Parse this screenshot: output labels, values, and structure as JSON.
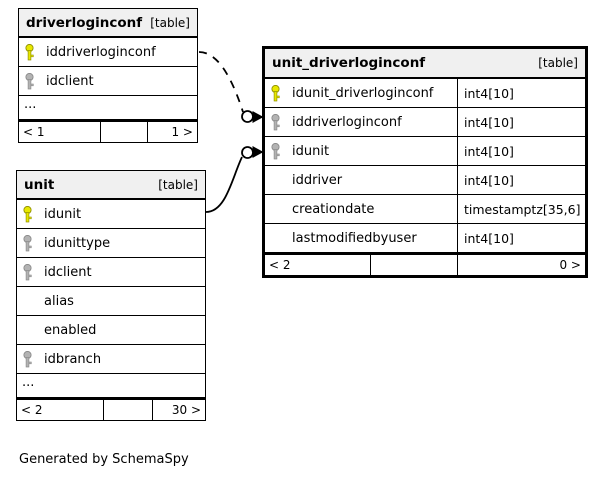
{
  "diagram": {
    "credit": "Generated by SchemaSpy",
    "table_tag": "[table]",
    "ellipsis": "...",
    "colors": {
      "primary_key": "#e8e800",
      "foreign_key": "#b3b3b3",
      "header_background": "#f0f0f0",
      "border": "#000000",
      "background": "#ffffff"
    }
  },
  "tables": [
    {
      "name": "driverloginconf",
      "tag": "[table]",
      "columns": [
        {
          "name": "iddriverloginconf",
          "key": "primary",
          "type": ""
        },
        {
          "name": "idclient",
          "key": "foreign",
          "type": ""
        }
      ],
      "has_ellipsis_row": true,
      "footer": {
        "left": "< 1",
        "middle": "",
        "right": "1 >"
      }
    },
    {
      "name": "unit",
      "tag": "[table]",
      "columns": [
        {
          "name": "idunit",
          "key": "primary",
          "type": ""
        },
        {
          "name": "idunittype",
          "key": "foreign",
          "type": ""
        },
        {
          "name": "idclient",
          "key": "foreign",
          "type": ""
        },
        {
          "name": "alias",
          "key": "none",
          "type": ""
        },
        {
          "name": "enabled",
          "key": "none",
          "type": ""
        },
        {
          "name": "idbranch",
          "key": "foreign",
          "type": ""
        }
      ],
      "has_ellipsis_row": true,
      "footer": {
        "left": "< 2",
        "middle": "",
        "right": "30 >"
      }
    },
    {
      "name": "unit_driverloginconf",
      "tag": "[table]",
      "columns": [
        {
          "name": "idunit_driverloginconf",
          "key": "primary",
          "type": "int4[10]"
        },
        {
          "name": "iddriverloginconf",
          "key": "foreign",
          "type": "int4[10]"
        },
        {
          "name": "idunit",
          "key": "foreign",
          "type": "int4[10]"
        },
        {
          "name": "iddriver",
          "key": "none",
          "type": "int4[10]"
        },
        {
          "name": "creationdate",
          "key": "none",
          "type": "timestamptz[35,6]"
        },
        {
          "name": "lastmodifiedbyuser",
          "key": "none",
          "type": "int4[10]"
        }
      ],
      "has_ellipsis_row": false,
      "footer": {
        "left": "< 2",
        "middle": "",
        "right": "0 >"
      }
    }
  ],
  "relationships": [
    {
      "from_table": "driverloginconf",
      "from_column": "iddriverloginconf",
      "to_table": "unit_driverloginconf",
      "to_column": "iddriverloginconf",
      "style": "dashed"
    },
    {
      "from_table": "unit",
      "from_column": "idunit",
      "to_table": "unit_driverloginconf",
      "to_column": "idunit",
      "style": "solid"
    }
  ]
}
